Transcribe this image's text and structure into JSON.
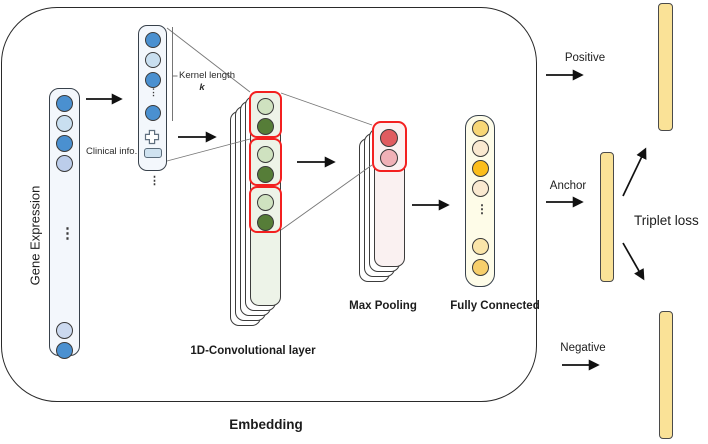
{
  "labels": {
    "gene_expression": "Gene Expression",
    "clinical_info": "Clinical info.",
    "kernel_length": "Kernel length",
    "k": "k",
    "conv_layer": "1D-Convolutional layer",
    "max_pooling": "Max Pooling",
    "fully_connected": "Fully Connected",
    "embedding": "Embedding",
    "positive": "Positive",
    "anchor": "Anchor",
    "negative": "Negative",
    "triplet_loss": "Triplet loss",
    "ellipsis": "⋮"
  },
  "colors": {
    "blue": "#4A90D0",
    "light_blue": "#C9DFF0",
    "periwinkle": "#BCCDEA",
    "light_green": "#CFE2C0",
    "dark_green": "#567D38",
    "red": "#E05C60",
    "pink": "#F0B1B7",
    "yellow": "#F8D776",
    "cream": "#FAE9D0",
    "orange": "#FCBE1B",
    "pale_yellow": "#FAE5A9",
    "gold": "#F7CF6B",
    "bar_fill": "#FAE297",
    "highlight_border": "#F32020"
  },
  "nodes": {
    "gene_top": [
      "#4A90D0",
      "#C9DFF0",
      "#4A90D0",
      "#BCCDEA"
    ],
    "gene_bottom": [
      "#CBD9EF",
      "#4A90D0"
    ],
    "kernel_window": [
      "#4A90D0",
      "#C9DFF0",
      "#4A90D0"
    ],
    "kernel_last": [
      "#4A90D0"
    ],
    "conv_window_1": [
      "#CFE2C0",
      "#567D38"
    ],
    "conv_window_2": [
      "#CFE2C0",
      "#567D38"
    ],
    "conv_window_3": [
      "#CFE2C0",
      "#567D38"
    ],
    "max_pool_window": [
      "#E05C60",
      "#F0B1B7"
    ],
    "fc_top": [
      "#F8D776",
      "#FAE9D0",
      "#FCBE1B",
      "#FAE9D0"
    ],
    "fc_bottom": [
      "#FAE5A9",
      "#F7CF6B"
    ]
  }
}
